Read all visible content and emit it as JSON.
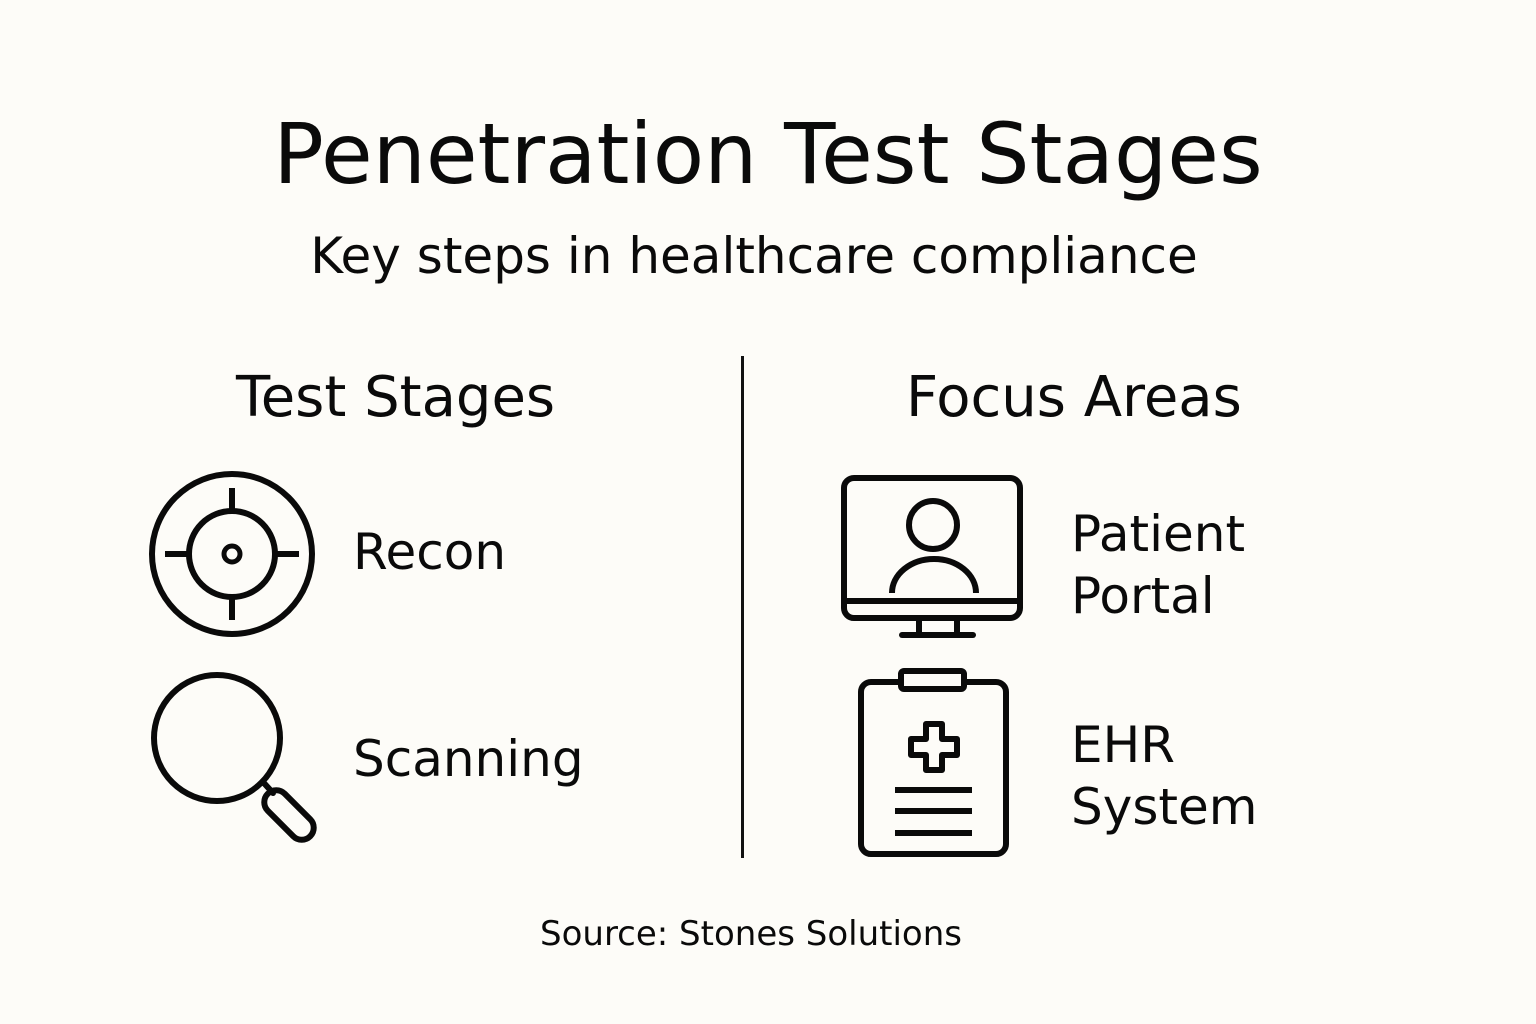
{
  "header": {
    "title": "Penetration Test Stages",
    "subtitle": "Key steps in healthcare compliance"
  },
  "columns": {
    "left": {
      "heading": "Test Stages",
      "items": [
        {
          "label": "Recon",
          "icon": "target-crosshair-icon"
        },
        {
          "label": "Scanning",
          "icon": "magnifier-icon"
        }
      ]
    },
    "right": {
      "heading": "Focus Areas",
      "items": [
        {
          "label_line1": "Patient",
          "label_line2": "Portal",
          "icon": "monitor-user-icon"
        },
        {
          "label_line1": "EHR",
          "label_line2": "System",
          "icon": "medical-clipboard-icon"
        }
      ]
    }
  },
  "footer": {
    "source": "Source: Stones Solutions"
  },
  "colors": {
    "background": "#fdfcf8",
    "ink": "#0a0a0a"
  }
}
